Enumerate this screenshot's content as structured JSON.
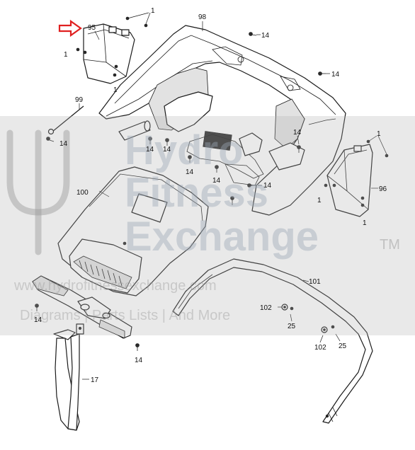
{
  "diagram": {
    "callouts": {
      "c95": "95",
      "c98": "98",
      "c99": "99",
      "c100": "100",
      "c96": "96",
      "c101": "101",
      "c17": "17",
      "c102a": "102",
      "c102b": "102",
      "c25a": "25",
      "c25b": "25",
      "c14a": "14",
      "c14b": "14",
      "c14c": "14",
      "c14d": "14",
      "c14e": "14",
      "c14f": "14",
      "c14g": "14",
      "c14h": "14",
      "c14i": "14",
      "c14j": "14",
      "c14k": "14",
      "c1a": "1",
      "c1b": "1",
      "c1c": "1",
      "c1d": "1",
      "c1e": "1",
      "c1f": "1"
    },
    "highlight_arrow_color": "#e02020"
  },
  "watermark": {
    "word1": "Hydro",
    "word2": "Fitness",
    "word3": "Exchange",
    "trademark": "TM",
    "url": "www.hydrofitnessexchange.com",
    "tagline": "Diagrams | Parts Lists | And More"
  }
}
